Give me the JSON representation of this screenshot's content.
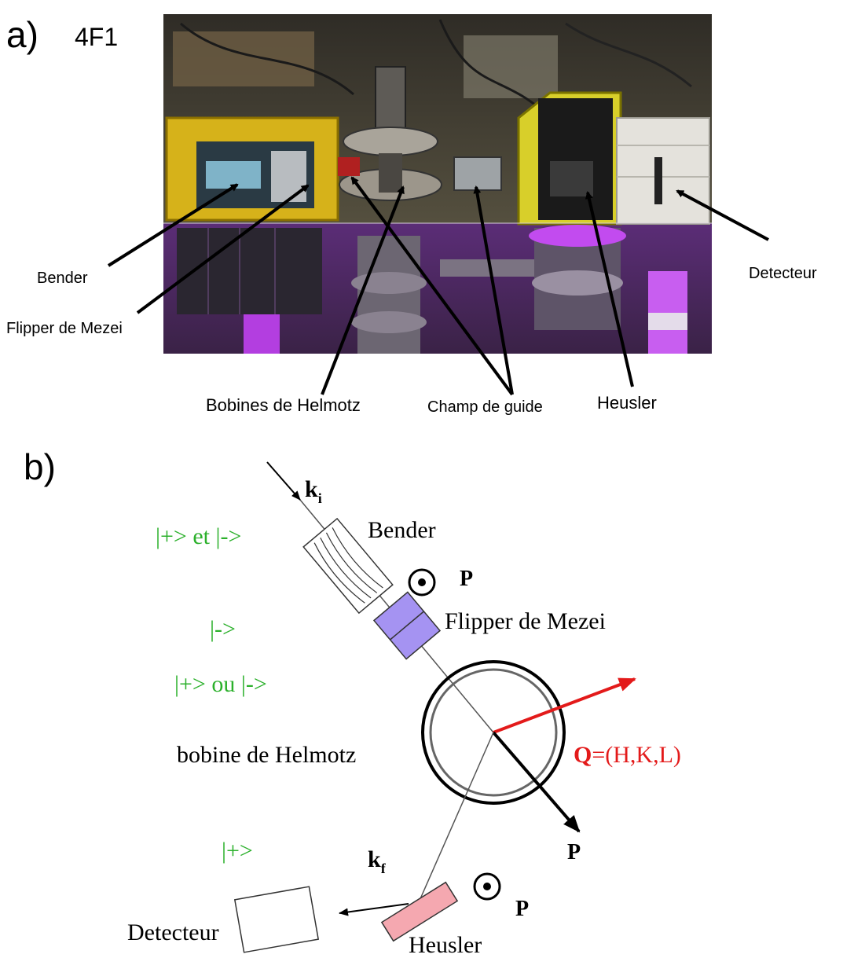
{
  "panel_a": {
    "label": "a)",
    "instrument": "4F1",
    "callouts": {
      "bender": "Bender",
      "flipper": "Flipper de Mezei",
      "helmholtz": "Bobines de Helmotz",
      "guide_field": "Champ de guide",
      "heusler": "Heusler",
      "detector": "Detecteur"
    }
  },
  "panel_b": {
    "label": "b)",
    "ki": "k",
    "ki_sub": "i",
    "kf": "k",
    "kf_sub": "f",
    "bender": "Bender",
    "flipper": "Flipper de Mezei",
    "helmholtz": "bobine de Helmotz",
    "heusler": "Heusler",
    "detector": "Detecteur",
    "p": "P",
    "q_bold": "Q",
    "q_rest": "=(H,K,L)",
    "state_both": "|+> et |->",
    "state_minus": "|->",
    "state_plus_or_minus": "|+> ou |->",
    "state_plus": "|+>"
  },
  "colors": {
    "state_text": "#2bb02b",
    "q_vector": "#e31a1a",
    "flipper_fill": "#9f8ff0",
    "heusler_fill": "#f5a8b0",
    "photo_lower_tint": "#a23ad8",
    "photo_upper": "#4a4a3e"
  }
}
